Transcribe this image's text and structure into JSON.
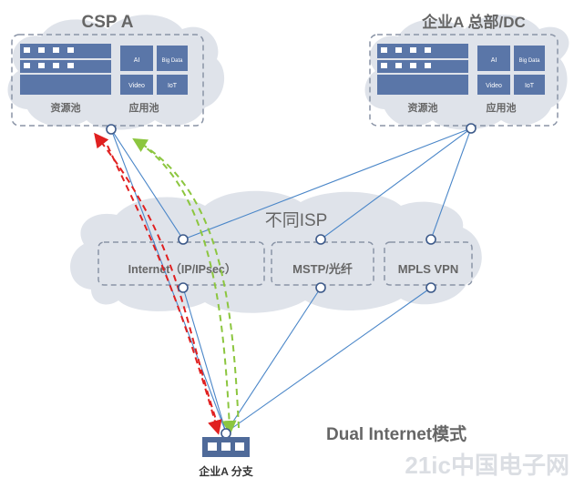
{
  "csp": {
    "title": "CSP A",
    "pool_left_label": "资源池",
    "pool_right_label": "应用池",
    "app_tiles": [
      "AI",
      "Big Data",
      "Video",
      "IoT"
    ]
  },
  "hq": {
    "title": "企业A 总部/DC",
    "pool_left_label": "资源池",
    "pool_right_label": "应用池",
    "app_tiles": [
      "AI",
      "Big Data",
      "Video",
      "IoT"
    ]
  },
  "isp": {
    "title": "不同ISP",
    "internet_label": "Internet（IP/IPsec）",
    "mstp_label": "MSTP/光纤",
    "mpls_label": "MPLS VPN"
  },
  "branch": {
    "label": "企业A 分支"
  },
  "mode_label": "Dual Internet模式",
  "watermark": "21ic中国电子网",
  "colors": {
    "cloud_fill": "#dfe3ea",
    "link_blue": "#4a86c8",
    "path_red": "#e02020",
    "path_green": "#8cc63f",
    "box_blue": "#4f6a99",
    "tile_fill": "#5a76a8",
    "dash_gray": "#8a94a6",
    "text_gray": "#666666"
  }
}
